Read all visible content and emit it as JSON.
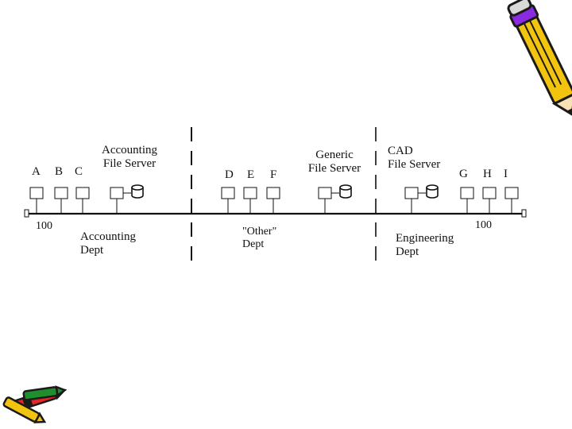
{
  "nodes": {
    "a": "A",
    "b": "B",
    "c": "C",
    "d": "D",
    "e": "E",
    "f": "F",
    "g": "G",
    "h": "H",
    "i": "I"
  },
  "servers": {
    "accounting": {
      "line1": "Accounting",
      "line2": "File Server"
    },
    "generic": {
      "line1": "Generic",
      "line2": "File Server"
    },
    "cad": {
      "line1": "CAD",
      "line2": "File Server"
    }
  },
  "departments": {
    "accounting": {
      "line1": "Accounting",
      "line2": "Dept"
    },
    "other": {
      "line1": "\"Other\"",
      "line2": "Dept"
    },
    "engineering": {
      "line1": "Engineering",
      "line2": "Dept"
    }
  },
  "bus": {
    "speed_left": "100",
    "speed_right": "100"
  },
  "colors": {
    "line": "#111111",
    "pencil_body": "#f2c40f",
    "pencil_outline": "#1a1a1a",
    "eraser": "#d9d9d9",
    "ferrule": "#8a2be2",
    "crayon_red": "#e32626",
    "crayon_green": "#1f8f2e"
  }
}
